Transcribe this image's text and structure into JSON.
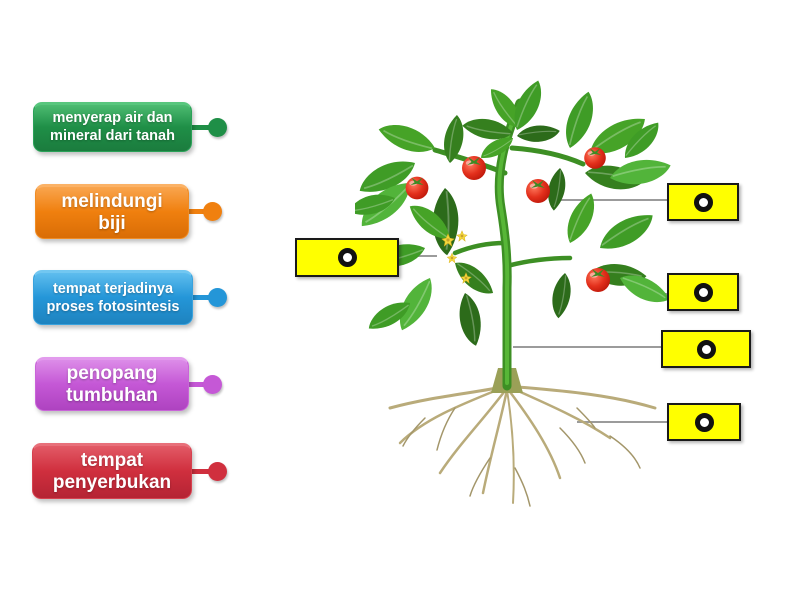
{
  "page": {
    "background": "#ffffff"
  },
  "labels": [
    {
      "text": "menyerap air dan mineral dari tanah",
      "color_base": "#1f8f47",
      "color_light": "#4cbb71",
      "color_dark": "#1b7c3e"
    },
    {
      "text": "melindungi biji",
      "color_base": "#f0800f",
      "color_light": "#f9a54e",
      "color_dark": "#d96d06"
    },
    {
      "text": "tempat terjadinya proses fotosintesis",
      "color_base": "#2496d8",
      "color_light": "#5ebdee",
      "color_dark": "#1e83bf"
    },
    {
      "text": "penopang tumbuhan",
      "color_base": "#c558d6",
      "color_light": "#dc8ce8",
      "color_dark": "#ae43c0"
    },
    {
      "text": "tempat penyerbukan",
      "color_base": "#d02f3e",
      "color_light": "#e25a66",
      "color_dark": "#b52434"
    }
  ],
  "drop_zones": {
    "count": 5,
    "fill": "#ffff00",
    "border_color": "#1a1a1a",
    "ring_outer_color": "#111111",
    "ring_inner_color": "#ffffff"
  },
  "connectors": {
    "line_color": "#9b9b9b"
  },
  "illustration": {
    "subject": "tomato plant with fruits, flowers, leaves, stem and roots",
    "fruit_color": "#e3301c",
    "leaf_color": "#3f9c26",
    "stem_color": "#3d8f24",
    "root_color": "#b9ab7a",
    "flower_color": "#f5d93e"
  }
}
